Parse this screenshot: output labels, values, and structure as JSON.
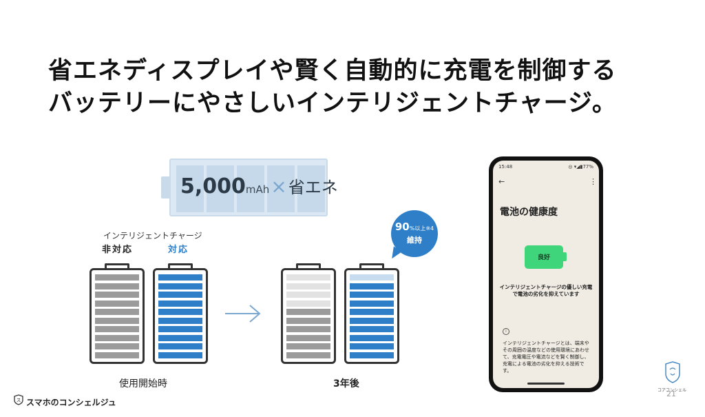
{
  "headline": {
    "line1": "省エネディスプレイや賢く自動的に充電を制御する",
    "line2": "バッテリーにやさしいインテリジェントチャージ。"
  },
  "capacity": {
    "value": "5,000",
    "unit": "mAh",
    "times": "×",
    "eco": "省エネ"
  },
  "comparison": {
    "feature_label": "インテリジェントチャージ",
    "not_supported": "非対応",
    "supported": "対応",
    "start_caption": "使用開始時",
    "after_caption": "3年後",
    "bubble_pct": "90",
    "bubble_pct_suffix": "%以上",
    "bubble_note": "※4",
    "bubble_keep": "維持",
    "colors": {
      "blue": "#2f7fc8",
      "gray": "#9b9b9b",
      "lightgray": "#e2e2e2",
      "lightblue": "#c7dcef"
    }
  },
  "phone": {
    "time": "15:48",
    "status_icons": "◎ ▾◢▮77%",
    "back_icon": "arrow-left",
    "menu_icon": "more-vert",
    "title": "電池の健康度",
    "battery_status": "良好",
    "description": "インテリジェントチャージの優しい充電で電池の劣化を抑えています",
    "info_icon": "info-circle",
    "body": "インテリジェントチャージとは、端末やその周囲の温度などの使用環境にあわせて、充電電圧や電流などを賢く制御し、充電による電池の劣化を抑える技術です。"
  },
  "footer": {
    "logo_text": "スマホのコンシェルジュ",
    "corner_logo_text": "コアコンシェル",
    "page_number": "21"
  }
}
